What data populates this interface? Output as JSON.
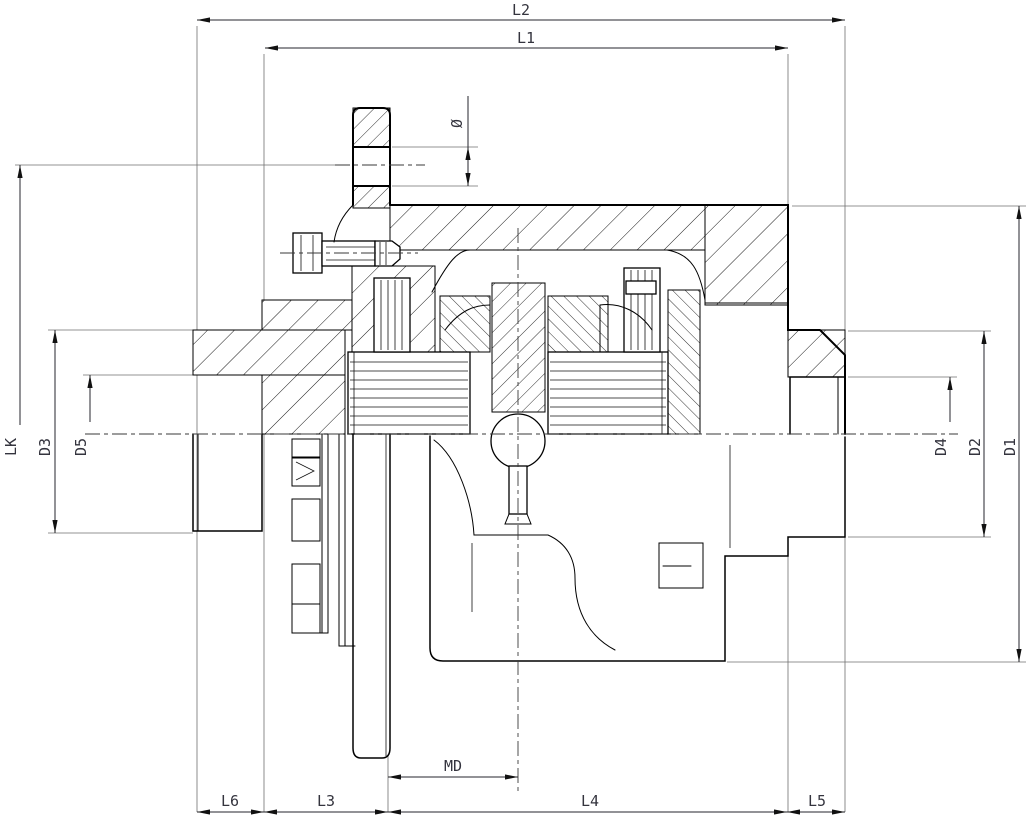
{
  "drawing": {
    "type": "technical-section-drawing",
    "view": "half-section side view of a shaft coupling / flange hub assembly",
    "colors": {
      "background": "#ffffff",
      "outline": "#000000",
      "dimension_lines": "#26262e",
      "dimension_text": "#34343e"
    },
    "dims": {
      "L2": {
        "label": "L2",
        "orientation": "horizontal",
        "position": "top-outer"
      },
      "L1": {
        "label": "L1",
        "orientation": "horizontal",
        "position": "top-inner"
      },
      "dia": {
        "label": "Ø",
        "orientation": "vertical",
        "position": "top-center, bolt hole diameter"
      },
      "LK": {
        "label": "LK",
        "orientation": "vertical",
        "position": "left, bolt circle radius"
      },
      "D3": {
        "label": "D3",
        "orientation": "vertical",
        "position": "left, hub outer diameter"
      },
      "D5": {
        "label": "D5",
        "orientation": "vertical",
        "position": "left, pilot bore diameter"
      },
      "D4": {
        "label": "D4",
        "orientation": "vertical",
        "position": "right, bore diameter"
      },
      "D2": {
        "label": "D2",
        "orientation": "vertical",
        "position": "right, pilot diameter"
      },
      "D1": {
        "label": "D1",
        "orientation": "vertical",
        "position": "right, housing outer diameter"
      },
      "L6": {
        "label": "L6",
        "orientation": "horizontal",
        "position": "bottom, left hub length"
      },
      "L3": {
        "label": "L3",
        "orientation": "horizontal",
        "position": "bottom, flange section length"
      },
      "MD": {
        "label": "MD",
        "orientation": "horizontal",
        "position": "bottom, flange face to center"
      },
      "L4": {
        "label": "L4",
        "orientation": "horizontal",
        "position": "bottom, housing length"
      },
      "L5": {
        "label": "L5",
        "orientation": "horizontal",
        "position": "bottom, right bore depth"
      }
    }
  }
}
